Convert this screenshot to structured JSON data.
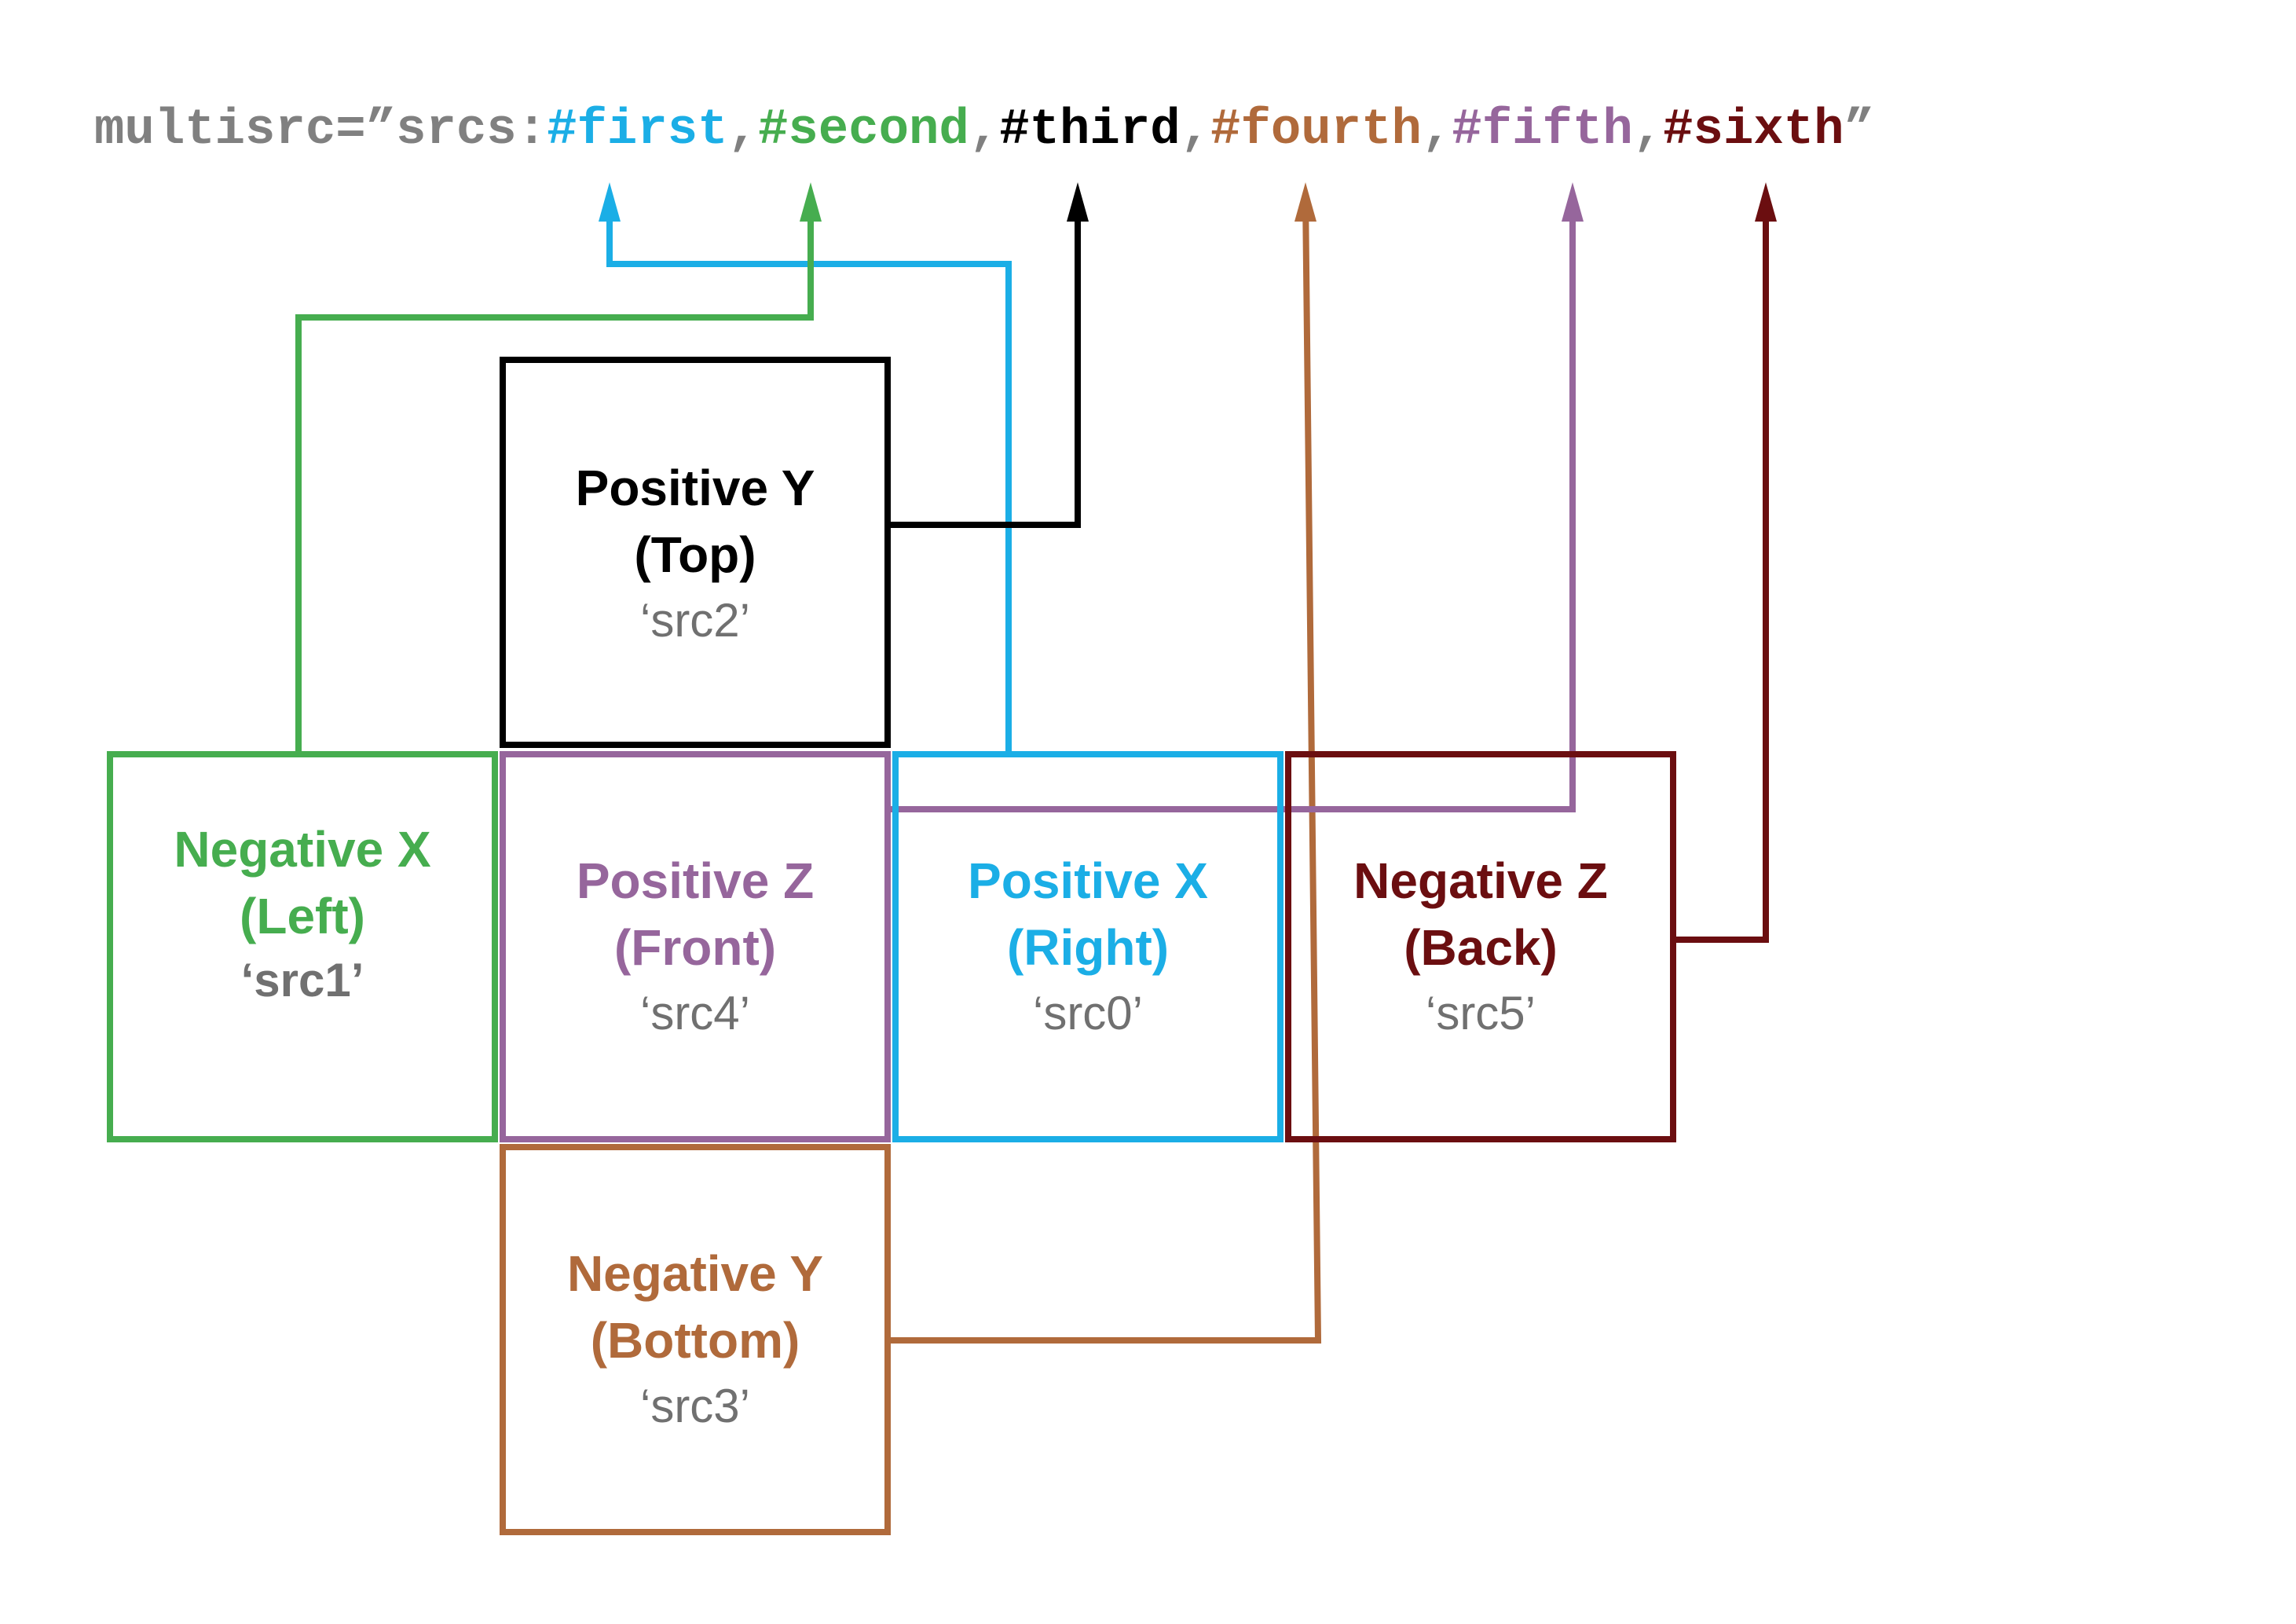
{
  "code": {
    "prefix": "multisrc=”srcs:",
    "separator": ",",
    "suffix": "”",
    "ids": [
      "#first",
      "#second",
      "#third",
      "#fourth",
      "#fifth",
      "#sixth"
    ]
  },
  "faces": [
    {
      "key": "positive-x",
      "line1": "Positive X",
      "line2": "(Right)",
      "src": "‘src0’",
      "target": 0
    },
    {
      "key": "negative-x",
      "line1": "Negative X",
      "line2": "(Left)",
      "src": "‘src1’",
      "target": 1
    },
    {
      "key": "positive-y",
      "line1": "Positive Y",
      "line2": "(Top)",
      "src": "‘src2’",
      "target": 2
    },
    {
      "key": "negative-y",
      "line1": "Negative Y",
      "line2": "(Bottom)",
      "src": "‘src3’",
      "target": 3
    },
    {
      "key": "positive-z",
      "line1": "Positive Z",
      "line2": "(Front)",
      "src": "‘src4’",
      "target": 4
    },
    {
      "key": "negative-z",
      "line1": "Negative Z",
      "line2": "(Back)",
      "src": "‘src5’",
      "target": 5
    }
  ],
  "colors": {
    "code_gray": "#808080",
    "src_gray": "#707070",
    "positive-x": "#1BAEE6",
    "negative-x": "#46AD4F",
    "positive-y": "#000000",
    "negative-y": "#B06A3B",
    "positive-z": "#96669C",
    "negative-z": "#6B0E10"
  }
}
